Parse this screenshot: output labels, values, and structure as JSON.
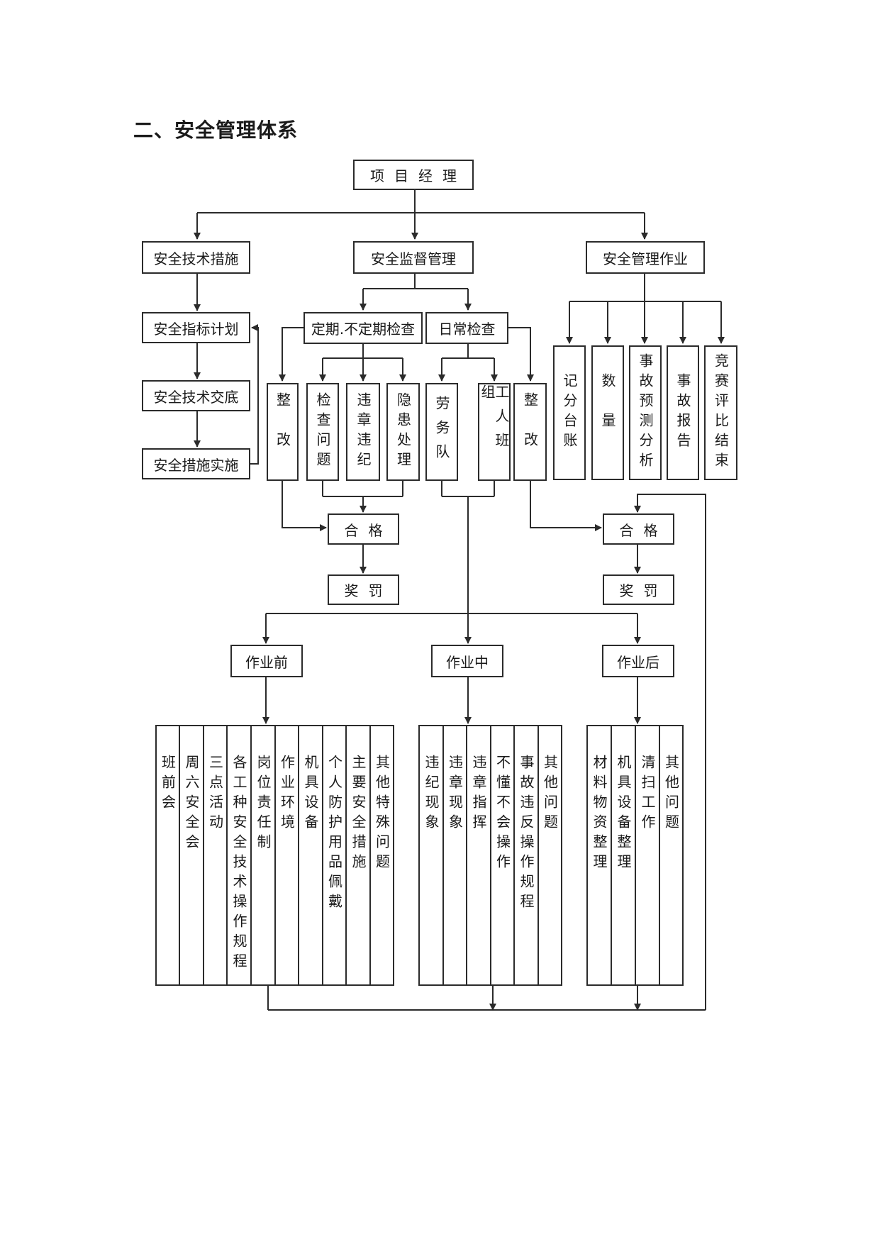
{
  "heading": "二、安全管理体系",
  "top": "项目经理",
  "branches": {
    "tech": "安全技术措施",
    "supervision": "安全监督管理",
    "operation": "安全管理作业"
  },
  "tech_chain": [
    "安全指标计划",
    "安全技术交底",
    "安全措施实施"
  ],
  "inspections": {
    "periodic": "定期.不定期检查",
    "daily": "日常检查"
  },
  "periodic_items": {
    "rectify": "整改",
    "problems": "检查问题",
    "violations": "违章违纪",
    "hazards": "隐患处理"
  },
  "daily_items": {
    "labor": "劳务队",
    "team": "工人班组",
    "rectify": "整改"
  },
  "operation_items": [
    "记分台账",
    "数量",
    "事故预测分析",
    "事故报告",
    "竞赛评比结束"
  ],
  "qualified": "合格",
  "reward": "奖罚",
  "phases": {
    "before": "作业前",
    "during": "作业中",
    "after": "作业后"
  },
  "before_items": [
    "班前会",
    "周六安全会",
    "三点活动",
    "各工种安全技术操作规程",
    "岗位责任制",
    "作业环境",
    "机具设备",
    "个人防护用品佩戴",
    "主要安全措施",
    "其他特殊问题"
  ],
  "during_items": [
    "违纪现象",
    "违章现象",
    "违章指挥",
    "不懂不会操作",
    "事故违反操作规程",
    "其他问题"
  ],
  "after_items": [
    "材料物资整理",
    "机具设备整理",
    "清扫工作",
    "其他问题"
  ]
}
